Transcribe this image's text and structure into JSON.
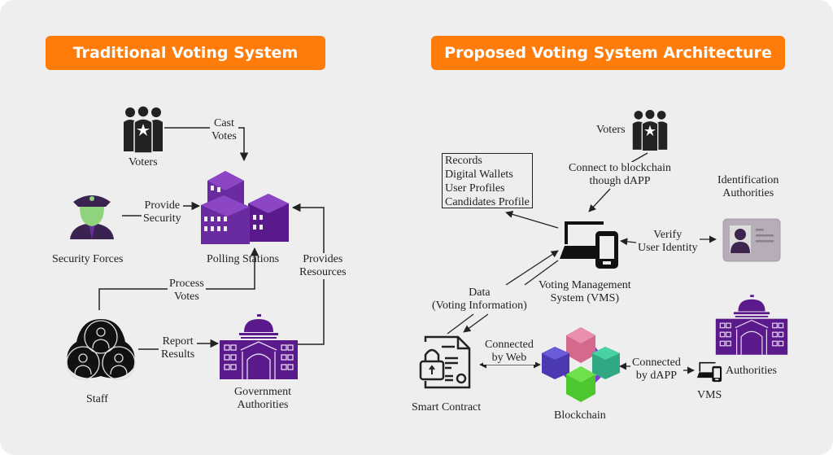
{
  "colors": {
    "banner": "#ff7c0b",
    "background": "#eeeeee",
    "purple": "#5b1a8c",
    "line": "#222222"
  },
  "left": {
    "title": "Traditional Voting System",
    "nodes": {
      "voters": "Voters",
      "security_forces": "Security Forces",
      "polling_stations": "Polling Stations",
      "staff": "Staff",
      "government": [
        "Government",
        "Authorities"
      ]
    },
    "edges": {
      "cast_votes": [
        "Cast",
        "Votes"
      ],
      "provide_security": [
        "Provide",
        "Security"
      ],
      "provides_resources": [
        "Provides",
        "Resources"
      ],
      "process_votes": [
        "Process",
        "Votes"
      ],
      "report_results": [
        "Report",
        "Results"
      ]
    }
  },
  "right": {
    "title": "Proposed Voting System Architecture",
    "records": [
      "Records",
      "Digital Wallets",
      "User Profiles",
      "Candidates Profile"
    ],
    "nodes": {
      "voters": "Voters",
      "identification": [
        "Identification",
        "Authorities"
      ],
      "vms": [
        "Voting Management",
        "System (VMS)"
      ],
      "smart_contract": "Smart Contract",
      "blockchain": "Blockchain",
      "authorities": "Authorities",
      "vms_small": "VMS"
    },
    "edges": {
      "connect_dapp": [
        "Connect to blockchain",
        "though dAPP"
      ],
      "verify": [
        "Verify",
        "User Identity"
      ],
      "data": [
        "Data",
        "(Voting Information)"
      ],
      "connected_web": [
        "Connected",
        "by Web"
      ],
      "connected_dapp": [
        "Connected",
        "by dAPP"
      ]
    }
  }
}
